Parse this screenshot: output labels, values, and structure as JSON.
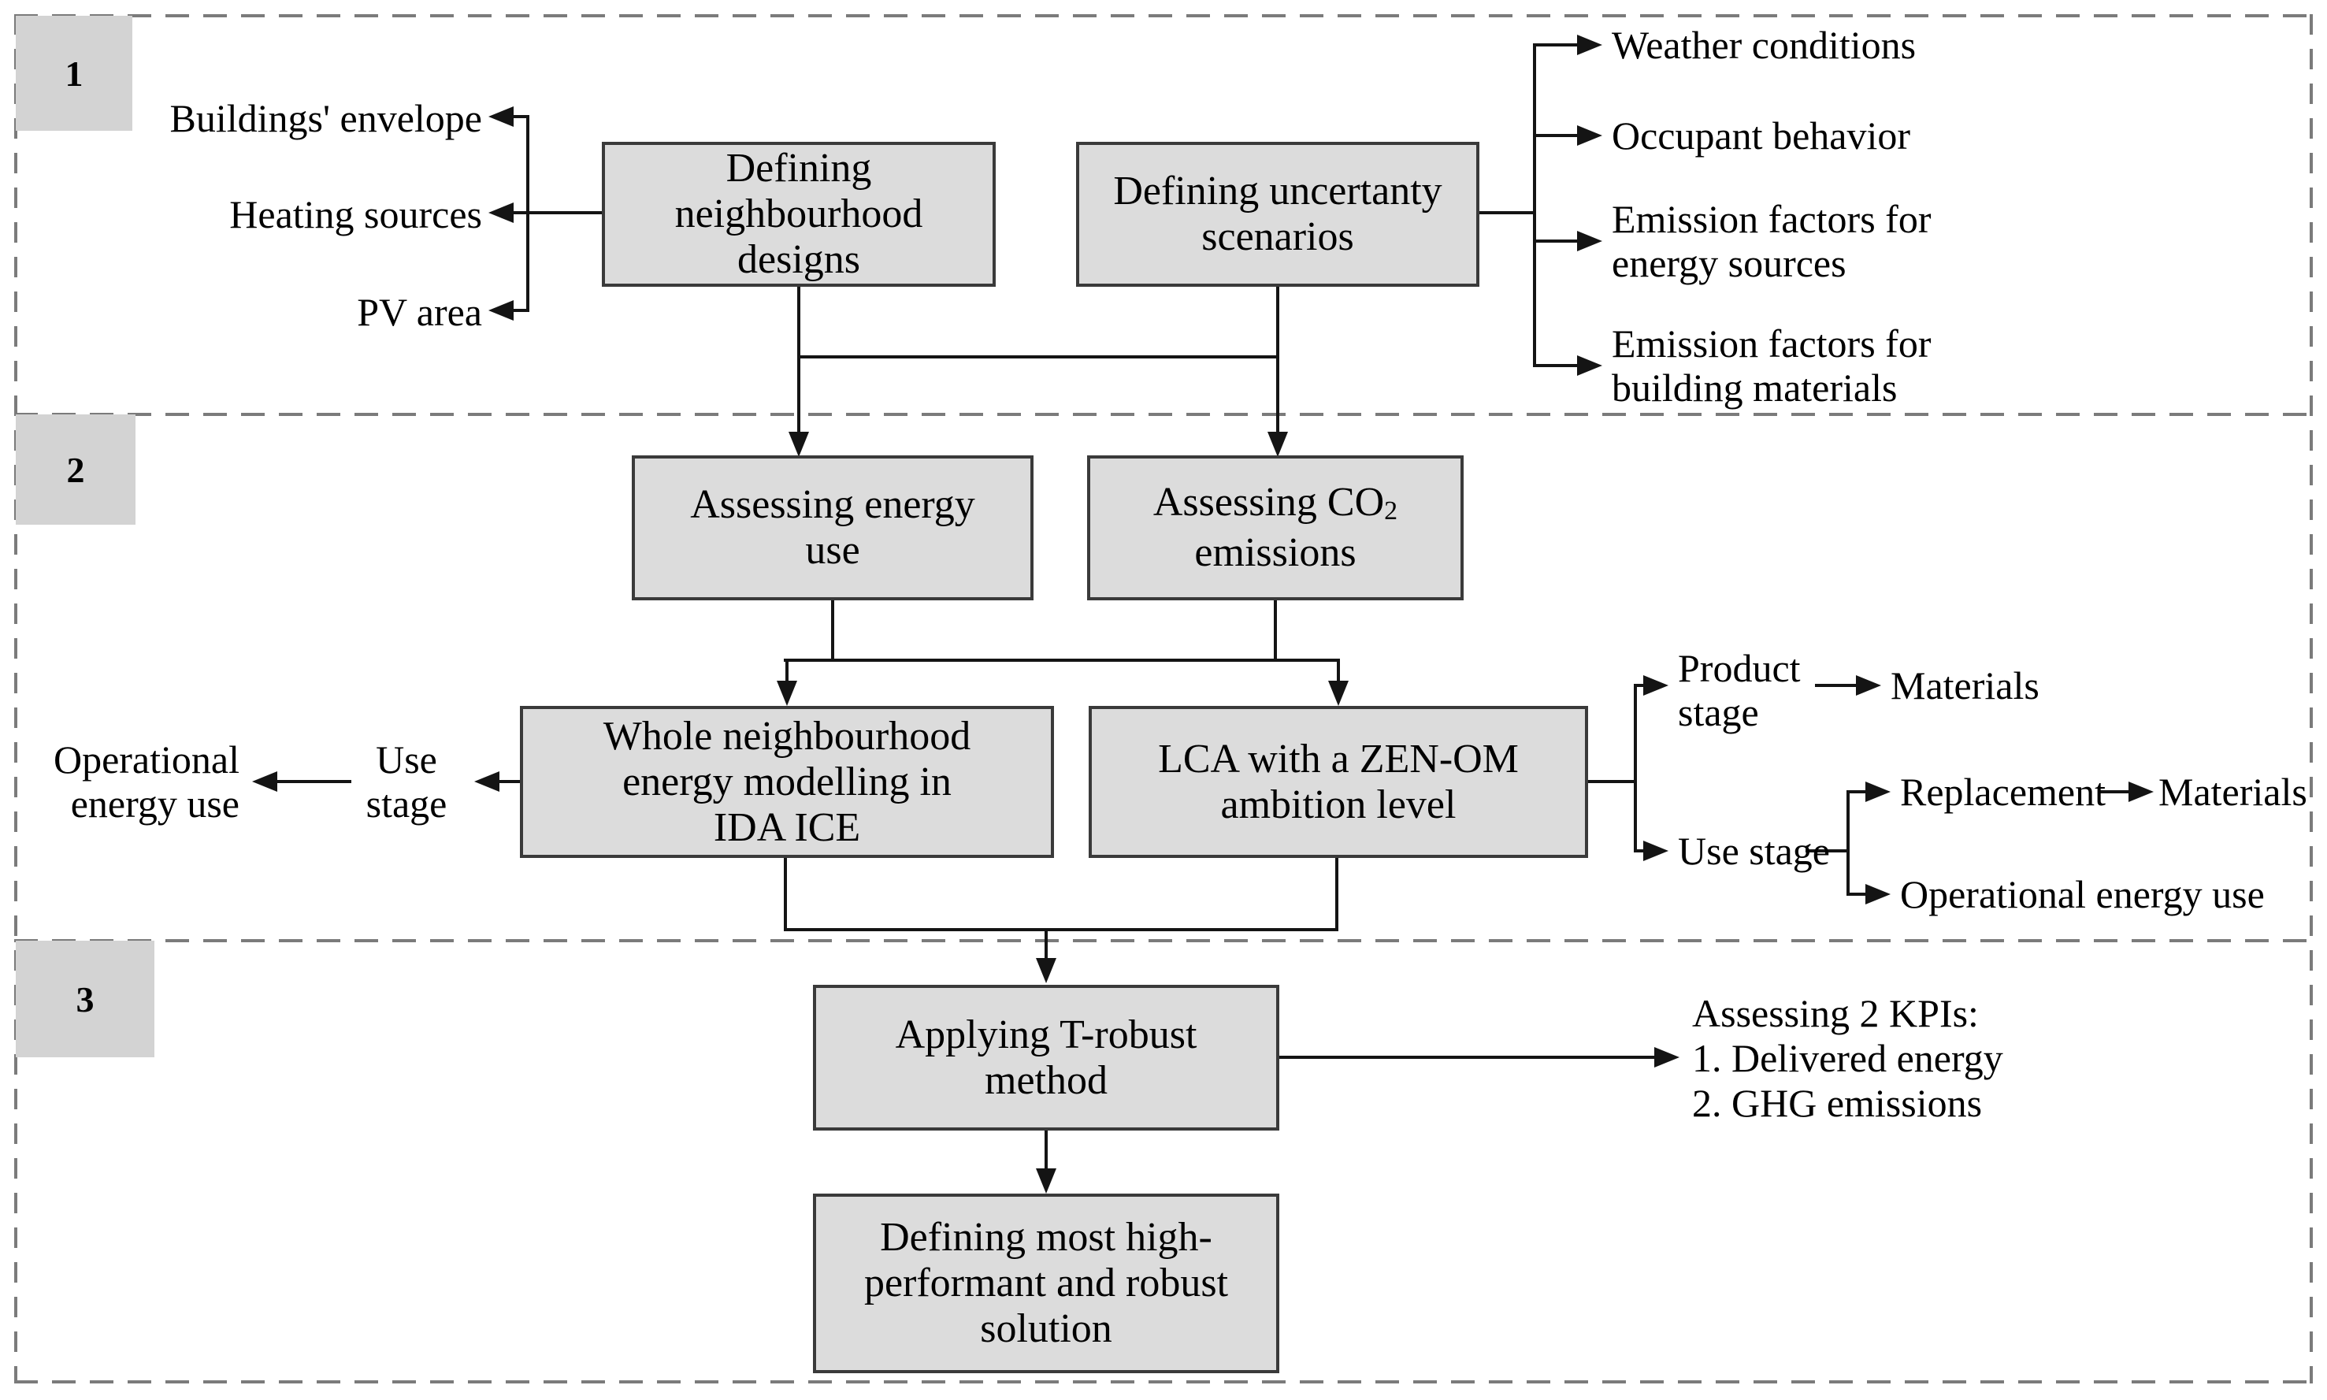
{
  "figure": {
    "type": "methodology-flowchart",
    "background": "#ffffff"
  },
  "colors": {
    "box_fill": "#dcdcdc",
    "box_border": "#3a3a3a",
    "section_tab_fill": "#d3d3d3",
    "connector": "#141414",
    "dashed_frame": "#7b7b7b",
    "text": "#000000"
  },
  "sections": [
    {
      "number": "1"
    },
    {
      "number": "2"
    },
    {
      "number": "3"
    }
  ],
  "boxes": {
    "defining_designs": {
      "lines": [
        "Defining",
        "neighbourhood",
        "designs"
      ]
    },
    "defining_scenarios": {
      "lines": [
        "Defining uncertanty",
        "scenarios"
      ]
    },
    "assessing_energy_use": {
      "lines": [
        "Assessing energy",
        "use"
      ]
    },
    "assessing_co2": {
      "line1_text": "Assessing CO",
      "line1_subscript": "2",
      "line2": "emissions"
    },
    "energy_modelling": {
      "lines": [
        "Whole neighbourhood",
        "energy modelling in",
        "IDA ICE"
      ]
    },
    "lca": {
      "lines": [
        "LCA with a ZEN-OM",
        "ambition level"
      ]
    },
    "t_robust": {
      "lines": [
        "Applying T-robust",
        "method"
      ]
    },
    "solution": {
      "lines": [
        "Defining most high-",
        "performant and robust",
        "solution"
      ]
    }
  },
  "design_outputs": {
    "buildings_envelope": "Buildings' envelope",
    "heating_sources": "Heating sources",
    "pv_area": "PV area"
  },
  "scenario_outputs": {
    "weather": "Weather conditions",
    "occupant": "Occupant behavior",
    "emission_energy": {
      "lines": [
        "Emission factors for",
        "energy sources"
      ]
    },
    "emission_materials": {
      "lines": [
        "Emission factors for",
        "building materials"
      ]
    }
  },
  "energy_model_outputs": {
    "use_stage": {
      "lines": [
        "Use",
        "stage"
      ]
    },
    "operational": {
      "lines": [
        "Operational",
        "energy use"
      ]
    }
  },
  "lca_outputs": {
    "product_stage": {
      "lines": [
        "Product",
        "stage"
      ]
    },
    "product_materials": "Materials",
    "use_stage": "Use stage",
    "replacement": "Replacement",
    "replacement_materials": "Materials",
    "operational": "Operational energy use"
  },
  "kpis": {
    "lines": [
      "Assessing 2 KPIs:",
      "1. Delivered energy",
      "2. GHG emissions"
    ]
  }
}
